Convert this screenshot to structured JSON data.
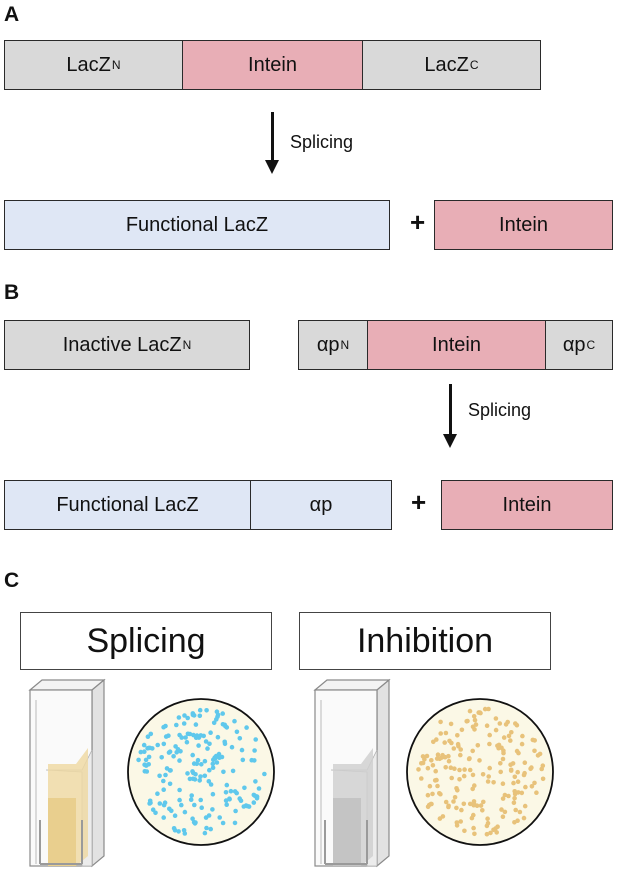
{
  "panel_a": {
    "label": "A",
    "row1": {
      "lacz_n": "LacZ",
      "lacz_n_sub": "N",
      "intein": "Intein",
      "lacz_c": "LacZ",
      "lacz_c_sub": "C"
    },
    "step": "Splicing",
    "row2": {
      "functional": "Functional LacZ",
      "plus": "+",
      "intein": "Intein"
    }
  },
  "panel_b": {
    "label": "B",
    "row1": {
      "inactive": "Inactive LacZ",
      "inactive_sub": "N",
      "ap_n": "αp",
      "ap_n_sub": "N",
      "intein": "Intein",
      "ap_c": "αp",
      "ap_c_sub": "C"
    },
    "step": "Splicing",
    "row2": {
      "functional": "Functional LacZ",
      "ap": "αp",
      "plus": "+",
      "intein": "Intein"
    }
  },
  "panel_c": {
    "label": "C",
    "left_title": "Splicing",
    "right_title": "Inhibition"
  },
  "colors": {
    "gray_box": "#d9d9d9",
    "intein_pink": "#e8aeb6",
    "functional_blue": "#dfe7f5",
    "blue_colony": "#5fc8ec",
    "tan_colony": "#e8c27a",
    "plate_fill": "#fbf8e6",
    "yellow_liquid": "#efd9a4",
    "gray_liquid": "#c9c9c9"
  }
}
